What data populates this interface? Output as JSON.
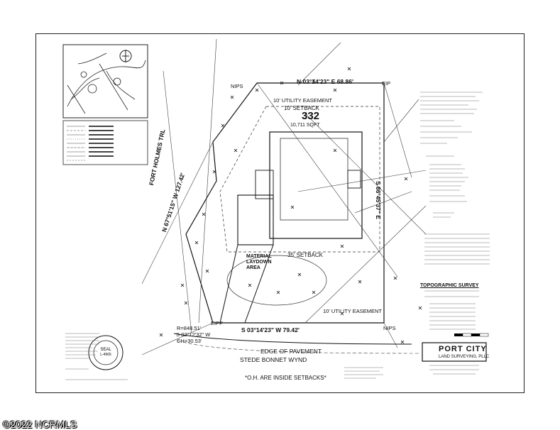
{
  "plat": {
    "lot_number": "332",
    "setback_front": "10' SETBACK",
    "utility_easement_top": "10' UTILITY EASEMENT",
    "utility_easement_bottom": "10' UTILITY EASEMENT",
    "setback_rear": "35' SETBACK",
    "bearing_top": "N 03°14'23\" E    68.86'",
    "bearing_right": "S 86°45'37\" E",
    "bearing_left": "N 67°51'15\" W    127.42'",
    "bearing_bottom": "S 03°14'23\" W    79.42'",
    "street_left": "FORT HOLMES TRL",
    "curve_radius": "R=848.51'",
    "curve_chord_bearing": "S 02°12'32\" W",
    "curve_chord": "CH=30.53'",
    "edge_of_pavement": "EDGE OF PAVEMENT",
    "street_bottom": "STEDE BONNET WYND",
    "oh_note": "*O.H. ARE INSIDE SETBACKS*",
    "nips": "NIPS",
    "eip": "EIP",
    "eipp": "EIPP",
    "laydown": "MATERIAL LAYDOWN AREA",
    "sqft": "10,711 SQFT"
  },
  "title_block": {
    "survey_heading": "TOPOGRAPHIC SURVEY",
    "firm_name": "PORT CITY",
    "firm_sub": "LAND SURVEYING, PLLC"
  },
  "footer": {
    "copyright": "©2022 NCRMLS"
  }
}
